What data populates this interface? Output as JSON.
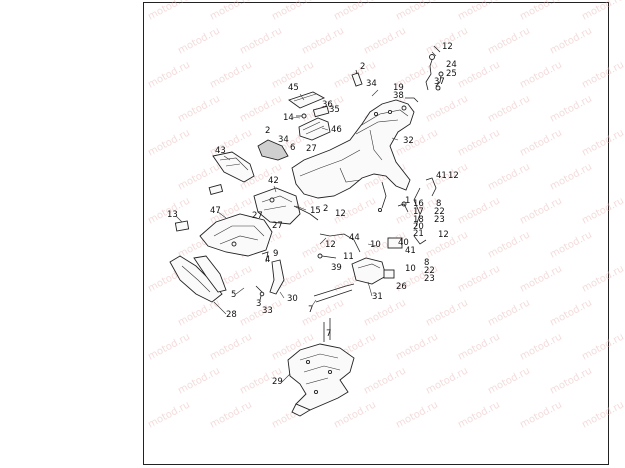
{
  "watermark": "motod.ru",
  "colors": {
    "frame": "#222222",
    "watermark": "#e6b0b0",
    "parts": "#222222"
  },
  "callouts": [
    {
      "id": "c12a",
      "text": "12"
    },
    {
      "id": "c24a",
      "text": "24"
    },
    {
      "id": "c25a",
      "text": "25"
    },
    {
      "id": "c37",
      "text": "37"
    },
    {
      "id": "c2a",
      "text": "2"
    },
    {
      "id": "c34a",
      "text": "34"
    },
    {
      "id": "c19a",
      "text": "19"
    },
    {
      "id": "c38",
      "text": "38"
    },
    {
      "id": "c45",
      "text": "45"
    },
    {
      "id": "c36",
      "text": "36"
    },
    {
      "id": "c35",
      "text": "35"
    },
    {
      "id": "c14",
      "text": "14"
    },
    {
      "id": "c46",
      "text": "46"
    },
    {
      "id": "c2b",
      "text": "2"
    },
    {
      "id": "c34b",
      "text": "34"
    },
    {
      "id": "c6",
      "text": "6"
    },
    {
      "id": "c27a",
      "text": "27"
    },
    {
      "id": "c32",
      "text": "32"
    },
    {
      "id": "c43",
      "text": "43"
    },
    {
      "id": "c42",
      "text": "42"
    },
    {
      "id": "c41a",
      "text": "41"
    },
    {
      "id": "c12b",
      "text": "12"
    },
    {
      "id": "c1",
      "text": "1"
    },
    {
      "id": "c16",
      "text": "16"
    },
    {
      "id": "c17",
      "text": "17"
    },
    {
      "id": "c18",
      "text": "18"
    },
    {
      "id": "c20",
      "text": "20"
    },
    {
      "id": "c21",
      "text": "21"
    },
    {
      "id": "c8a",
      "text": "8"
    },
    {
      "id": "c22a",
      "text": "22"
    },
    {
      "id": "c23a",
      "text": "23"
    },
    {
      "id": "c13",
      "text": "13"
    },
    {
      "id": "c47",
      "text": "47"
    },
    {
      "id": "c27b",
      "text": "27"
    },
    {
      "id": "c15",
      "text": "15"
    },
    {
      "id": "c2c",
      "text": "2"
    },
    {
      "id": "c12c",
      "text": "12"
    },
    {
      "id": "c27c",
      "text": "27"
    },
    {
      "id": "c12d",
      "text": "12"
    },
    {
      "id": "c44",
      "text": "44"
    },
    {
      "id": "c10a",
      "text": "10"
    },
    {
      "id": "c40",
      "text": "40"
    },
    {
      "id": "c12e",
      "text": "12"
    },
    {
      "id": "c41b",
      "text": "41"
    },
    {
      "id": "c9",
      "text": "9"
    },
    {
      "id": "c4",
      "text": "4"
    },
    {
      "id": "c11",
      "text": "11"
    },
    {
      "id": "c39",
      "text": "39"
    },
    {
      "id": "c10b",
      "text": "10"
    },
    {
      "id": "c8b",
      "text": "8"
    },
    {
      "id": "c22b",
      "text": "22"
    },
    {
      "id": "c23b",
      "text": "23"
    },
    {
      "id": "c26",
      "text": "26"
    },
    {
      "id": "c5",
      "text": "5"
    },
    {
      "id": "c3",
      "text": "3"
    },
    {
      "id": "c33",
      "text": "33"
    },
    {
      "id": "c30",
      "text": "30"
    },
    {
      "id": "c31",
      "text": "31"
    },
    {
      "id": "c28",
      "text": "28"
    },
    {
      "id": "c7a",
      "text": "7"
    },
    {
      "id": "c7b",
      "text": "7"
    },
    {
      "id": "c29",
      "text": "29"
    }
  ]
}
